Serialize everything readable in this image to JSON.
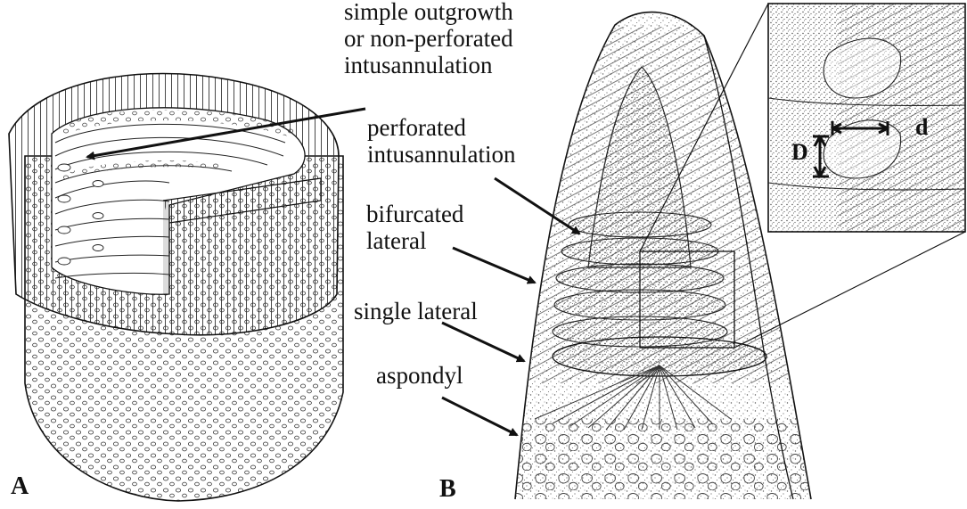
{
  "labels": {
    "simple_outgrowth": [
      "simple outgrowth",
      "or non-perforated",
      "intusannulation"
    ],
    "perforated": [
      "perforated",
      "intusannulation"
    ],
    "bifurcated": [
      "bifurcated",
      "lateral"
    ],
    "single_lateral": "single lateral",
    "aspondyl": "aspondyl"
  },
  "panels": {
    "a": "A",
    "b": "B"
  },
  "dimensions": {
    "big": "D",
    "small": "d"
  },
  "colors": {
    "ink": "#111111",
    "stipple": "#555555",
    "background": "#ffffff"
  }
}
